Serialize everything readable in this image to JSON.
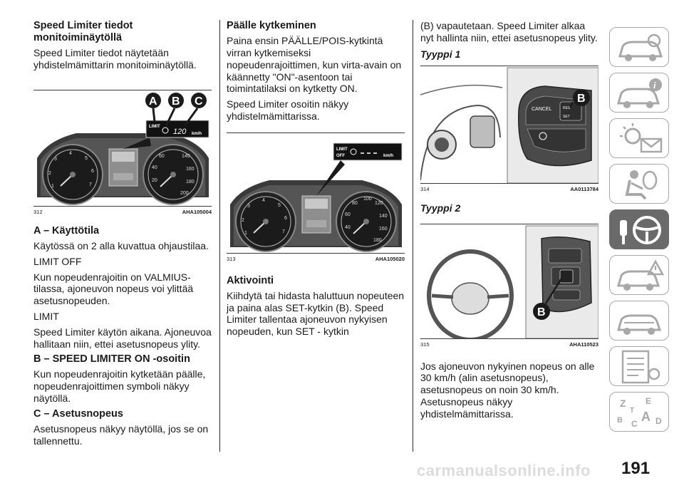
{
  "page_number": "191",
  "watermark": "carmanualsonline.info",
  "column1": {
    "heading": "Speed Limiter tiedot monitoiminäytöllä",
    "intro": "Speed Limiter tiedot näytetään yhdistelmämittarin monitoiminäytöllä.",
    "figure": {
      "number": "312",
      "code": "AHA105004",
      "callouts": [
        "A",
        "B",
        "C"
      ],
      "limit_text": "LIMIT",
      "speed_text": "120",
      "unit_text": "km/h"
    },
    "section_a": {
      "heading": "A – Käyttötila",
      "text": "Käytössä on 2 alla kuvattua ohjaustilaa.",
      "mode1_label": "LIMIT OFF",
      "mode1_text": "Kun nopeudenrajoitin on VALMIUS-tilassa, ajoneuvon nopeus voi ylittää asetusnopeuden.",
      "mode2_label": "LIMIT",
      "mode2_text": "Speed Limiter käytön aikana. Ajoneuvoa hallitaan niin, ettei asetusnopeus ylity."
    },
    "section_b": {
      "heading": "B – SPEED LIMITER ON -osoitin",
      "text": "Kun nopeudenrajoitin kytketään päälle, nopeudenrajoittimen symboli näkyy näytöllä."
    },
    "section_c": {
      "heading": "C – Asetusnopeus",
      "text": "Asetusnopeus näkyy näytöllä, jos se on tallennettu."
    }
  },
  "column2": {
    "heading": "Päälle kytkeminen",
    "text1": "Paina ensin PÄÄLLE/POIS-kytkintä virran kytkemiseksi nopeudenrajoittimen, kun virta-avain on käännetty \"ON\"-asentoon tai toimintatilaksi on kytketty ON.",
    "text2": "Speed Limiter osoitin näkyy yhdistelmämittarissa.",
    "figure": {
      "number": "313",
      "code": "AHA105020",
      "limit_text": "LIMIT",
      "off_text": "OFF",
      "unit_text": "km/h"
    },
    "activation_heading": "Aktivointi",
    "activation_text": "Kiihdytä tai hidasta haluttuun nopeuteen ja paina alas SET-kytkin (B). Speed Limiter tallentaa ajoneuvon nykyisen nopeuden, kun SET - kytkin"
  },
  "column3": {
    "text_top": "(B) vapautetaan. Speed Limiter alkaa nyt hallinta niin, ettei asetusnopeus ylity.",
    "type1_heading": "Tyyppi 1",
    "figure1": {
      "number": "314",
      "code": "AA0113784",
      "callout": "B",
      "cancel_text": "CANCEL",
      "res_text": "RES",
      "set_text": "SET"
    },
    "type2_heading": "Tyyppi 2",
    "figure2": {
      "number": "315",
      "code": "AHA110523",
      "callout": "B"
    },
    "text_bottom": "Jos ajoneuvon nykyinen nopeus on alle 30 km/h (alin asetusnopeus), asetusnopeus on noin 30 km/h. Asetusnopeus näkyy yhdistelmämittarissa."
  },
  "sidebar_tabs": [
    {
      "icon": "car-dashboard-icon"
    },
    {
      "icon": "car-info-icon"
    },
    {
      "icon": "warning-light-message-icon"
    },
    {
      "icon": "airbag-seat-icon"
    },
    {
      "icon": "steering-key-icon",
      "active": true
    },
    {
      "icon": "car-breakdown-icon"
    },
    {
      "icon": "car-service-icon"
    },
    {
      "icon": "specifications-list-icon"
    },
    {
      "icon": "alphabet-index-icon"
    }
  ]
}
